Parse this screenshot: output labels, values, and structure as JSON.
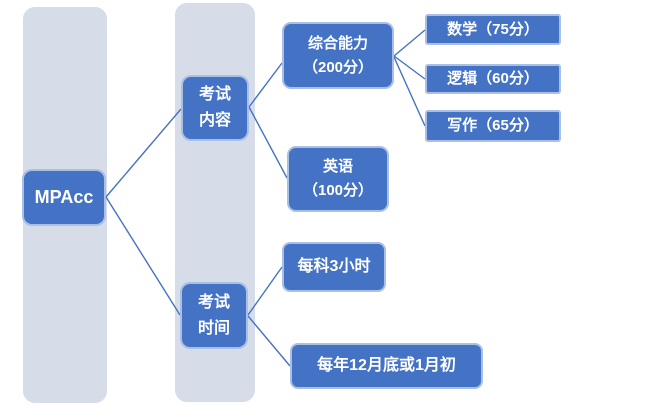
{
  "colors": {
    "node_fill": "#4472C4",
    "node_border_highlight": "#BCCBEA",
    "node_text": "#FFFFFF",
    "column_fill": "#D6DCE8",
    "connector_line": "#4472C4",
    "background": "#FFFFFF"
  },
  "nodes": {
    "root": {
      "label": "MPAcc",
      "lines": [
        "MPAcc"
      ]
    },
    "content": {
      "label": "考试内容",
      "lines": [
        "考试",
        "内容"
      ]
    },
    "time": {
      "label": "考试时间",
      "lines": [
        "考试",
        "时间"
      ]
    },
    "comprehensive": {
      "label": "综合能力（200分）",
      "lines": [
        "综合能力",
        "（200分）"
      ]
    },
    "english": {
      "label": "英语（100分）",
      "lines": [
        "英语",
        "（100分）"
      ]
    },
    "math": {
      "label": "数学（75分）",
      "lines": [
        "数学（75分）"
      ]
    },
    "logic": {
      "label": "逻辑（60分）",
      "lines": [
        "逻辑（60分）"
      ]
    },
    "writing": {
      "label": "写作（65分）",
      "lines": [
        "写作（65分）"
      ]
    },
    "duration": {
      "label": "每科3小时",
      "lines": [
        "每科3小时"
      ]
    },
    "date": {
      "label": "每年12月底或1月初",
      "lines": [
        "每年12月底或1月初"
      ]
    }
  },
  "edges": [
    {
      "from": "root",
      "to": "content"
    },
    {
      "from": "root",
      "to": "time"
    },
    {
      "from": "content",
      "to": "comprehensive"
    },
    {
      "from": "content",
      "to": "english"
    },
    {
      "from": "comprehensive",
      "to": "math"
    },
    {
      "from": "comprehensive",
      "to": "logic"
    },
    {
      "from": "comprehensive",
      "to": "writing"
    },
    {
      "from": "time",
      "to": "duration"
    },
    {
      "from": "time",
      "to": "date"
    }
  ]
}
